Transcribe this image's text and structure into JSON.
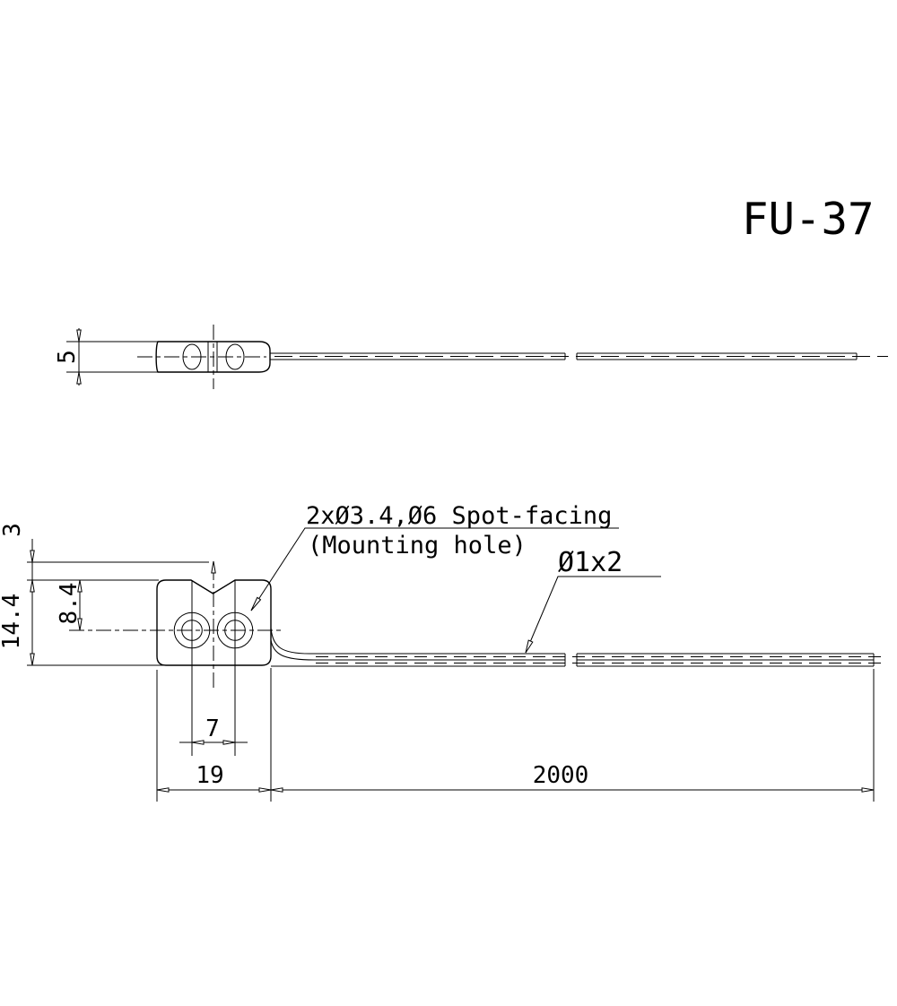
{
  "title": "FU-37",
  "annotations": {
    "mounting_hole_line1": "2xØ3.4,Ø6 Spot-facing",
    "mounting_hole_line2": "(Mounting hole)",
    "cable_label": "Ø1x2"
  },
  "dimensions": {
    "side_thickness": "5",
    "notch_offset": "3",
    "body_width": "14.4",
    "hole_center_offset": "8.4",
    "hole_pitch": "7",
    "head_length": "19",
    "cable_length": "2000"
  },
  "colors": {
    "line": "#000000",
    "background": "#ffffff"
  }
}
